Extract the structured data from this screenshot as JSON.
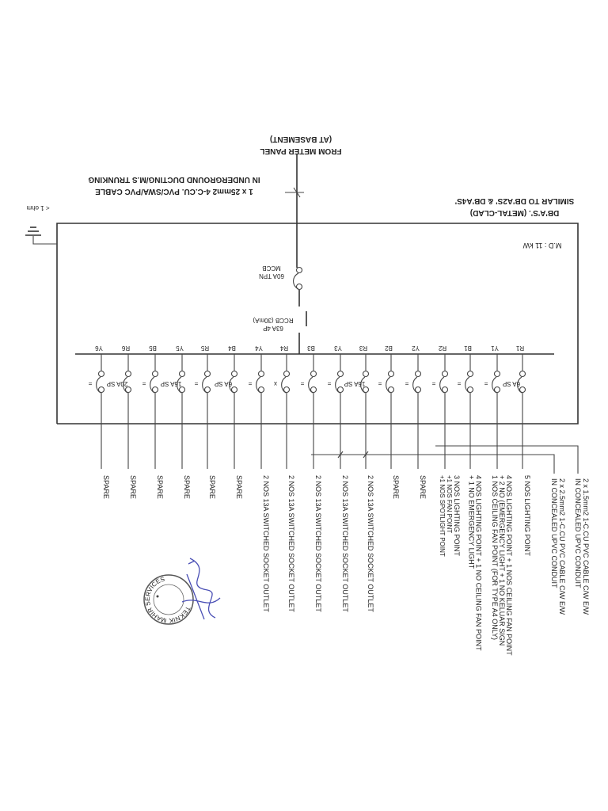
{
  "header": {
    "supply_from_line1": "FROM METER PANEL",
    "supply_from_line2": "(AT BASEMENT)",
    "incoming_cable_line1": "1 x 25mm2 4-C.CU. PVC/SWA/PVC CABLE",
    "incoming_cable_line2": "IN UNDERGROUND DUCTING/M.S TRUNKING",
    "db_title_line1": "DB'A'S'. (METAL-CLAD)",
    "db_title_line2": "SIMILAR TO DB'A2S' & DB'A4S'",
    "max_demand": "M.D : 11 kW",
    "earth_resistance": "< 1 ohm"
  },
  "incomer": {
    "mccb_line1": "60A TPN",
    "mccb_line2": "MCCB",
    "rccb_line1": "63A 4P",
    "rccb_line2": "RCCB (30mA)"
  },
  "cable_notes": [
    {
      "line1": "2 x 1.5mm2 1-C.CU PVC CABLE C/W E/W",
      "line2": "IN CONCEALED UPVC CONDUIT"
    },
    {
      "line1": "2 x 2.5mm2 1-C.CU PVC CABLE C/W E/W",
      "line2": "IN CONCEALED UPVC CONDUIT"
    }
  ],
  "circuits": [
    {
      "label": "Y6",
      "rating": "=",
      "desc": [
        "SPARE"
      ]
    },
    {
      "label": "R6",
      "rating": "20A SP",
      "desc": [
        "SPARE"
      ]
    },
    {
      "label": "B5",
      "rating": "=",
      "desc": [
        "SPARE"
      ]
    },
    {
      "label": "Y5",
      "rating": "16A SP",
      "desc": [
        "SPARE"
      ]
    },
    {
      "label": "R5",
      "rating": "=",
      "desc": [
        "SPARE"
      ]
    },
    {
      "label": "B4",
      "rating": "6A SP",
      "desc": [
        "SPARE"
      ]
    },
    {
      "label": "Y4",
      "rating": "=",
      "desc": [
        "2 NOS 13A SWITCHED SOCKET OUTLET"
      ]
    },
    {
      "label": "R4",
      "rating": "x",
      "desc": [
        "2 NOS 13A SWITCHED SOCKET OUTLET"
      ]
    },
    {
      "label": "B3",
      "rating": "=",
      "desc": [
        "2 NOS 13A SWITCHED SOCKET OUTLET"
      ]
    },
    {
      "label": "Y3",
      "rating": "=",
      "desc": [
        "2 NOS 13A SWITCHED SOCKET OUTLET"
      ]
    },
    {
      "label": "R3",
      "rating": "16A SP",
      "desc": [
        "2 NOS 13A SWITCHED SOCKET OUTLET"
      ]
    },
    {
      "label": "B2",
      "rating": "=",
      "desc": [
        "SPARE"
      ]
    },
    {
      "label": "Y2",
      "rating": "=",
      "desc": [
        "SPARE"
      ]
    },
    {
      "label": "R2",
      "rating": "=",
      "desc": [
        "3 NOS LIGHTING POINT",
        "+1 NOS FAN POINT",
        "+1 NOS SPOTLIGHT POINT"
      ]
    },
    {
      "label": "B1",
      "rating": "=",
      "desc": [
        "4 NOS LIGHTING POINT + 1 NO CEILING FAN POINT",
        "+ 1 NO EMERGENCY LIGHT"
      ]
    },
    {
      "label": "Y1",
      "rating": "=",
      "desc": [
        "4 NOS LIGHTING POINT + 1 NOS CEILING FAN POINT",
        "+ 2 NO (EMERGENCY LIGHT + 1 NO KELUAR SIGN",
        "1 NOS CEILING FAN POINT (FOR TYPE A4 ONLY)"
      ]
    },
    {
      "label": "R1",
      "rating": "6A SP",
      "desc": [
        "5 NOS LIGHTING POINT"
      ]
    }
  ],
  "stamp": {
    "text": "TEKNIK MAHIR SERVICES"
  },
  "colors": {
    "ink": "#333333",
    "signature": "#4a4fb5",
    "stamp": "#555555"
  }
}
